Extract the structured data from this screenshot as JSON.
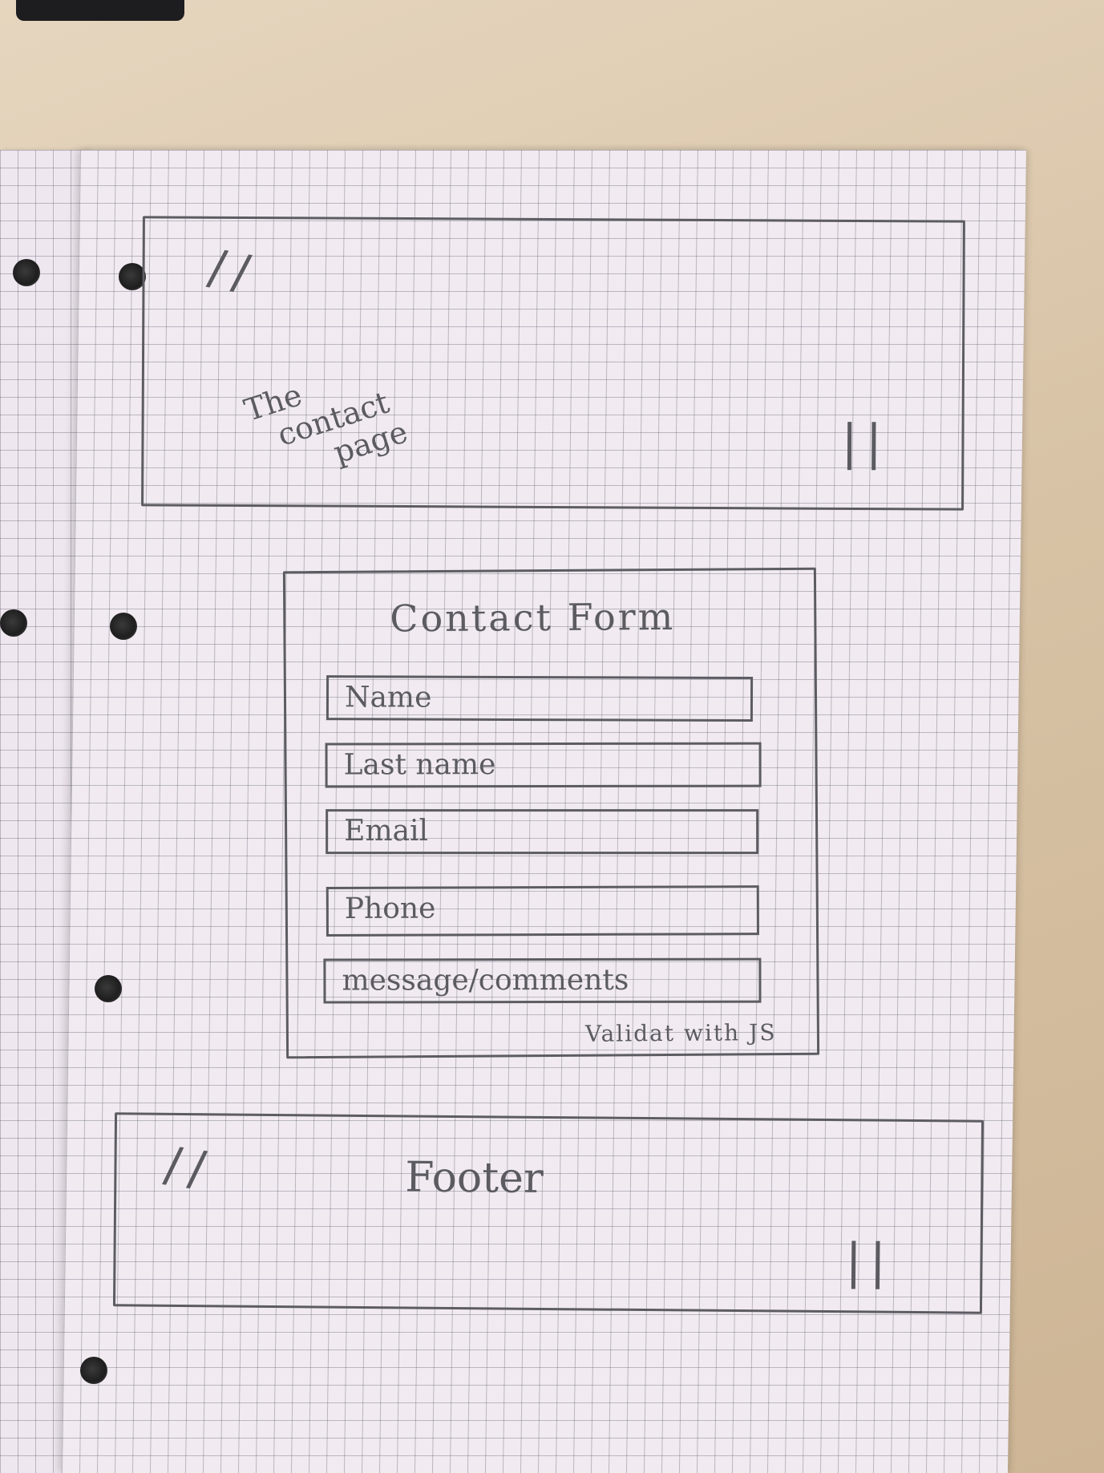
{
  "header": {
    "title_line1": "The",
    "title_line2": "contact",
    "title_line3": "page",
    "mark_left": "//",
    "mark_right": "||"
  },
  "form": {
    "title": "Contact Form",
    "fields": [
      {
        "label": "Name"
      },
      {
        "label": "Last name"
      },
      {
        "label": "Email"
      },
      {
        "label": "Phone"
      },
      {
        "label": "message/comments"
      }
    ],
    "note": "Validat with JS"
  },
  "footer": {
    "title": "Footer",
    "mark_left": "//",
    "mark_right": "||"
  }
}
